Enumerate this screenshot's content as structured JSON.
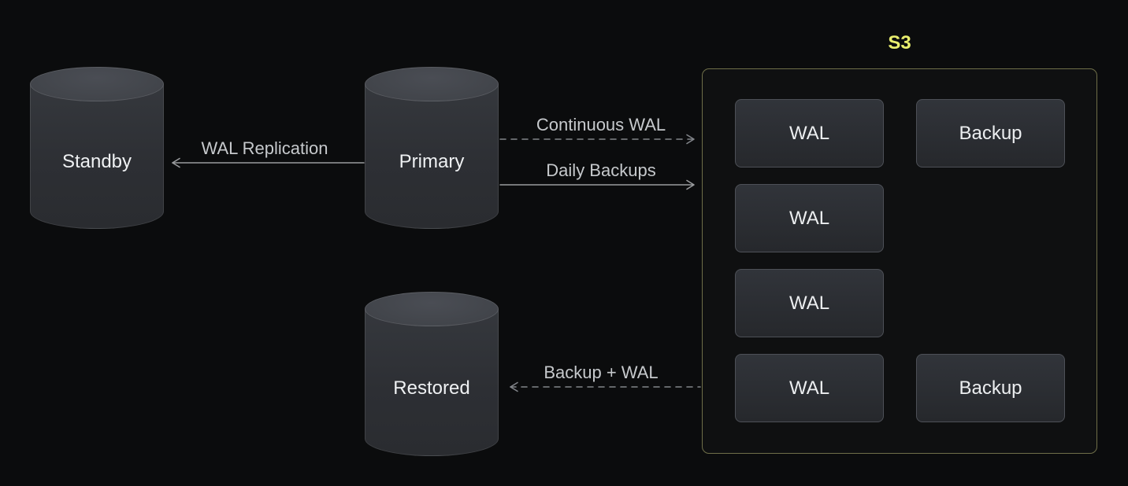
{
  "nodes": {
    "standby": {
      "label": "Standby"
    },
    "primary": {
      "label": "Primary"
    },
    "restored": {
      "label": "Restored"
    }
  },
  "s3": {
    "title": "S3",
    "wal_items": [
      {
        "label": "WAL"
      },
      {
        "label": "WAL"
      },
      {
        "label": "WAL"
      },
      {
        "label": "WAL"
      }
    ],
    "backup_items": [
      {
        "label": "Backup"
      },
      {
        "label": "Backup"
      }
    ]
  },
  "edges": [
    {
      "label": "WAL Replication",
      "style": "solid",
      "from": "primary",
      "to": "standby"
    },
    {
      "label": "Continuous WAL",
      "style": "dashed",
      "from": "primary",
      "to": "s3"
    },
    {
      "label": "Daily Backups",
      "style": "solid",
      "from": "primary",
      "to": "s3"
    },
    {
      "label": "Backup + WAL",
      "style": "dashed",
      "from": "s3",
      "to": "restored"
    }
  ],
  "colors": {
    "background": "#0b0c0d",
    "cylinder_body": "#2e3035",
    "cylinder_top": "#45484e",
    "node_text": "#eff1f3",
    "box_background": "#2b2d32",
    "box_border": "#4d5057",
    "s3_border": "#6f6f49",
    "s3_title": "#e9ee6e",
    "arrow_solid": "#9a9c9e",
    "arrow_dashed": "#82858a",
    "edge_label_text": "#c6c9cc"
  }
}
